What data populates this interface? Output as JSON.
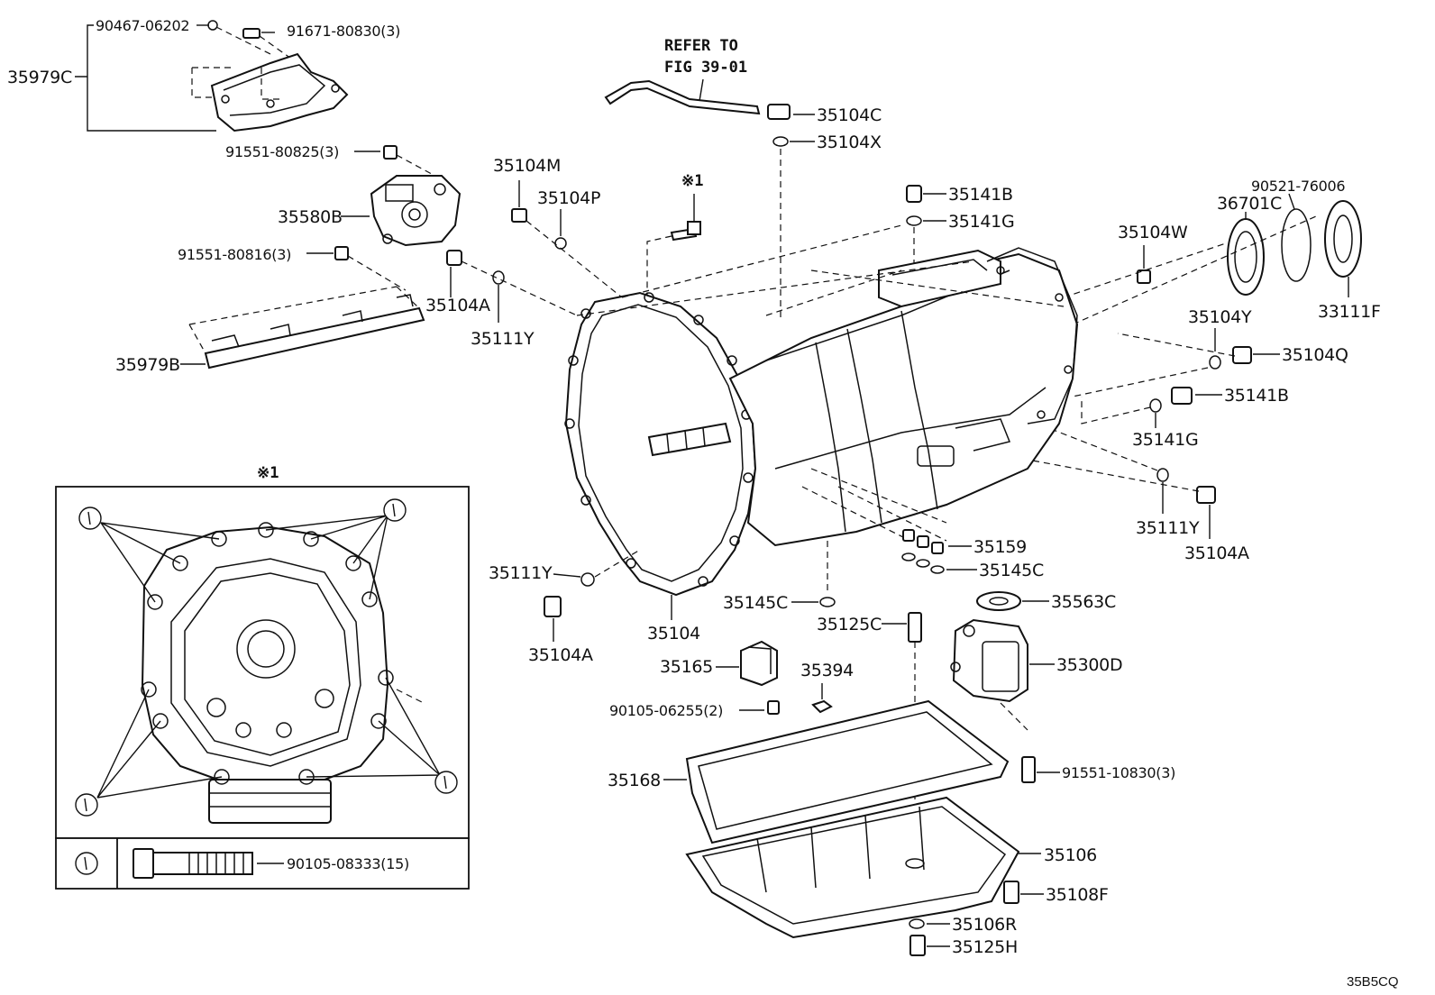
{
  "diagram": {
    "refer_note_line1": "REFER TO",
    "refer_note_line2": "FIG 39-01",
    "drawing_code": "35B5CQ",
    "star_mark": "※1",
    "inset_title": "※1",
    "inset_callout": "①",
    "inset_bolt_label": "90105-08333(15)",
    "labels": {
      "p35979C": "35979C",
      "p90467": "90467-06202",
      "p91671": "91671-80830(3)",
      "p91551_825": "91551-80825(3)",
      "p35580B": "35580B",
      "p91551_816": "91551-80816(3)",
      "p35979B": "35979B",
      "p35104M": "35104M",
      "p35104P": "35104P",
      "p35104A_top": "35104A",
      "p35111Y_top": "35111Y",
      "p35104C": "35104C",
      "p35104X": "35104X",
      "p35141B_top": "35141B",
      "p35141G_top": "35141G",
      "p35104W": "35104W",
      "p90521": "90521-76006",
      "p36701C": "36701C",
      "p33111F": "33111F",
      "p35104Y": "35104Y",
      "p35104Q": "35104Q",
      "p35141B_r": "35141B",
      "p35141G_r": "35141G",
      "p35111Y_r": "35111Y",
      "p35104A_r": "35104A",
      "p35159": "35159",
      "p35145C_r": "35145C",
      "p35145C_l": "35145C",
      "p35111Y_l": "35111Y",
      "p35104": "35104",
      "p35104A_l": "35104A",
      "p35125C": "35125C",
      "p35563C": "35563C",
      "p35300D": "35300D",
      "p35165": "35165",
      "p35394": "35394",
      "p90105_06255": "90105-06255(2)",
      "p91551_10830": "91551-10830(3)",
      "p35168": "35168",
      "p35106": "35106",
      "p35108F": "35108F",
      "p35106R": "35106R",
      "p35125H": "35125H"
    }
  }
}
